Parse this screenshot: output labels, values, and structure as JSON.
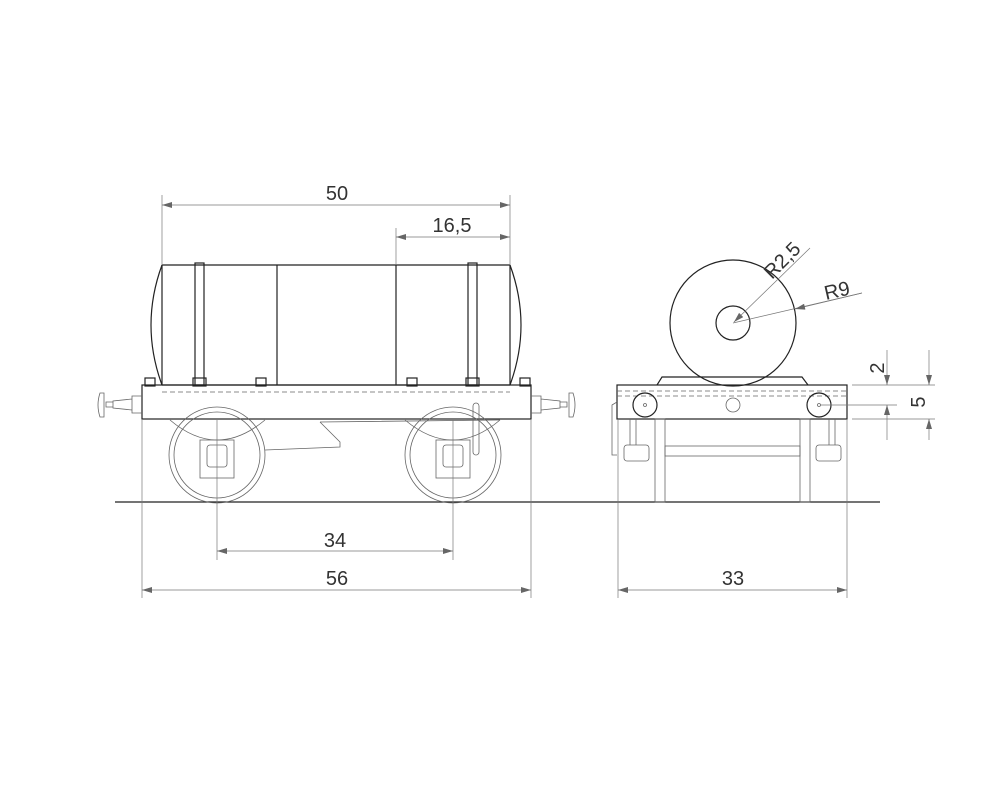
{
  "drawing": {
    "dimensions": {
      "tank_length": "50",
      "strap_offset": "16,5",
      "wheelbase": "34",
      "overall_length": "56",
      "overall_width": "33",
      "tank_inner_radius": "R2,5",
      "tank_radius": "R9",
      "frame_offset": "2",
      "frame_height": "5"
    },
    "line_color": "#222222",
    "dimension_color": "#777777"
  }
}
